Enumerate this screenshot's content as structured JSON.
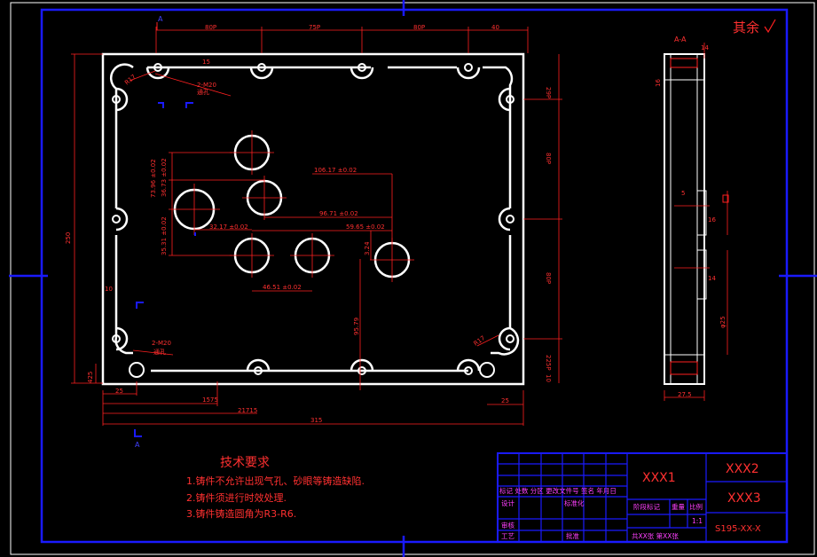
{
  "colors": {
    "background": "#000000",
    "geometry": "#ffffff",
    "dimension": "#ff2020",
    "frame": "#1a1aff",
    "titleblock_text": "#ff40ff"
  },
  "corner_note": "其余",
  "section": {
    "label_top": "A",
    "label_bottom": "A",
    "view_title": "A-A"
  },
  "top_dims": [
    "80P",
    "75P",
    "80P",
    "40"
  ],
  "right_dims": [
    "29P",
    "80P",
    "80P",
    "225P",
    "10"
  ],
  "left_dims": [
    "250",
    "10",
    "425"
  ],
  "bottom_dims": [
    "25",
    "1575",
    "21715",
    "315",
    "25"
  ],
  "hole_dims": [
    "106.17 ±0.02",
    "96.71 ±0.02",
    "59.65 ±0.02",
    "32.17 ±0.02",
    "46.51 ±0.02",
    "3.24",
    "95.79"
  ],
  "vertical_hole_dims": [
    "73.96 ±0.02",
    "36.73 ±0.02",
    "35.31 ±0.02"
  ],
  "callouts": [
    "R17",
    "R17",
    "2-M20",
    "通孔",
    "2-M20",
    "通孔"
  ],
  "side_dims": [
    "14",
    "16",
    "16",
    "14",
    "27.5",
    "5",
    "φ25",
    "15"
  ],
  "tech": {
    "title": "技术要求",
    "items": [
      "1.铸件不允许出现气孔、砂眼等铸造缺陷.",
      "2.铸件须进行时效处理.",
      "3.铸件铸造圆角为R3-R6."
    ]
  },
  "titleblock": {
    "title1": "XXX1",
    "title2": "XXX2",
    "title3": "XXX3",
    "code": "S195-XX-X",
    "header_row": "标记 处数 分区 更改文件号 签名 年月日",
    "design": "设计",
    "standard": "标准化",
    "stage": "阶段标记",
    "weight": "重量",
    "scale": "比例",
    "scale_val": "1:1",
    "review": "审核",
    "process": "工艺",
    "approve": "批准",
    "sheets": "共XX张 第XX张"
  }
}
